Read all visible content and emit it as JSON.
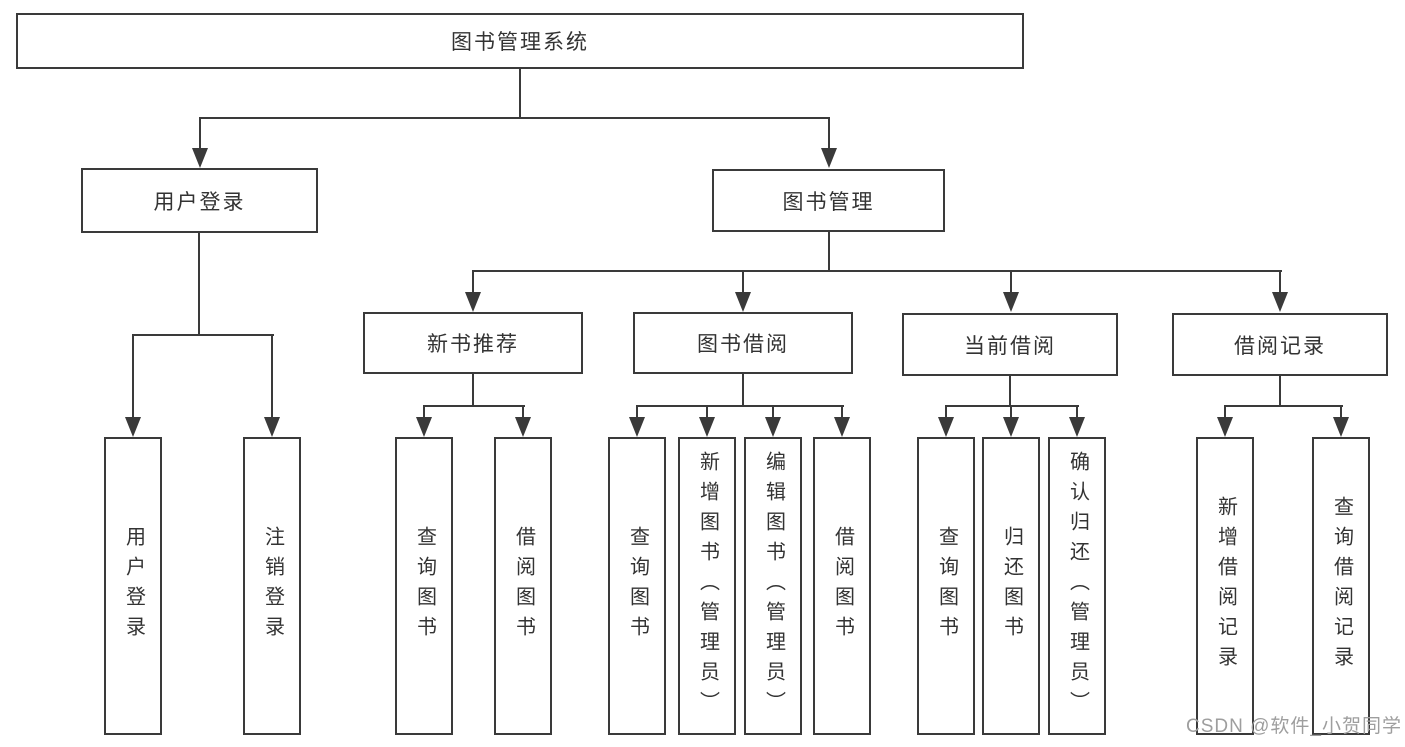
{
  "colors": {
    "line": "#3a3a3a",
    "text": "#333333",
    "watermark": "#9e9e9e",
    "bg": "#ffffff"
  },
  "diagram": {
    "root": {
      "label": "图书管理系统"
    },
    "branches": [
      {
        "label": "用户登录",
        "children": [
          {
            "label": "用户登录"
          },
          {
            "label": "注销登录"
          }
        ]
      },
      {
        "label": "图书管理",
        "children": [
          {
            "label": "新书推荐",
            "children": [
              {
                "label": "查询图书"
              },
              {
                "label": "借阅图书"
              }
            ]
          },
          {
            "label": "图书借阅",
            "children": [
              {
                "label": "查询图书"
              },
              {
                "label": "新增图书（管理员）"
              },
              {
                "label": "编辑图书（管理员）"
              },
              {
                "label": "借阅图书"
              }
            ]
          },
          {
            "label": "当前借阅",
            "children": [
              {
                "label": "查询图书"
              },
              {
                "label": "归还图书"
              },
              {
                "label": "确认归还（管理员）"
              }
            ]
          },
          {
            "label": "借阅记录",
            "children": [
              {
                "label": "新增借阅记录"
              },
              {
                "label": "查询借阅记录"
              }
            ]
          }
        ]
      }
    ]
  },
  "watermark": {
    "text": "CSDN @软件_小贺同学"
  }
}
